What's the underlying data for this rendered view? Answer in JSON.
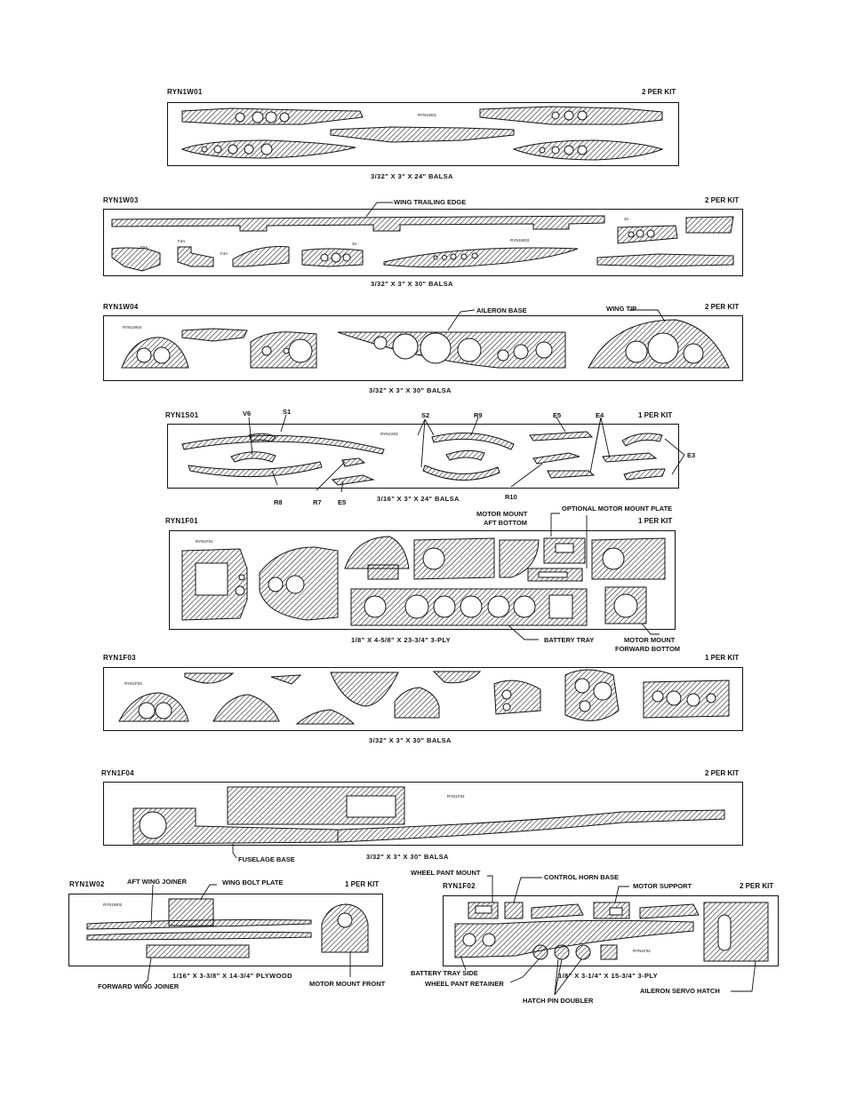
{
  "sheets": [
    {
      "id": "RYN1W01",
      "title": "RYN1W01",
      "count": "2 PER KIT",
      "stock": "3/32\" X 3\" X 24\" BALSA",
      "part_id": "RYN1W01",
      "callouts": []
    },
    {
      "id": "RYN1W03",
      "title": "RYN1W03",
      "count": "2 PER KIT",
      "stock": "3/32\" X 3\" X 30\" BALSA",
      "part_id": "RYN1W03",
      "callouts": [
        "WING TRAILING EDGE"
      ],
      "small_labels": [
        "F5A",
        "F3A",
        "F4A",
        "3A",
        "3A"
      ]
    },
    {
      "id": "RYN1W04",
      "title": "RYN1W04",
      "count": "2 PER KIT",
      "stock": "3/32\" X 3\" X 30\" BALSA",
      "part_id": "RYN1W04",
      "callouts": [
        "AILERON BASE",
        "WING TIP"
      ]
    },
    {
      "id": "RYN1S01",
      "title": "RYN1S01",
      "count": "1 PER KIT",
      "stock": "3/16\" X 3\" X 24\" BALSA",
      "part_id": "RYN1S01",
      "callouts": [
        "V6",
        "S1",
        "S2",
        "R9",
        "E5",
        "E4",
        "E3",
        "R8",
        "R7",
        "E5",
        "R10"
      ]
    },
    {
      "id": "RYN1F01",
      "title": "RYN1F01",
      "count": "1 PER KIT",
      "stock": "1/8\" X 4-5/8\" X 23-3/4\" 3-PLY",
      "part_id": "RYN1F01",
      "callouts": [
        "MOTOR MOUNT",
        "AFT BOTTOM",
        "OPTIONAL MOTOR MOUNT PLATE",
        "BATTERY TRAY",
        "MOTOR MOUNT",
        "FORWARD BOTTOM"
      ]
    },
    {
      "id": "RYN1F03",
      "title": "RYN1F03",
      "count": "1 PER KIT",
      "stock": "3/32\" X 3\" X 30\" BALSA",
      "part_id": "RYN1F03",
      "callouts": []
    },
    {
      "id": "RYN1F04",
      "title": "RYN1F04",
      "count": "2 PER KIT",
      "stock": "3/32\" X 3\" X 30\" BALSA",
      "part_id": "RYN1F04",
      "callouts": [
        "FUSELAGE BASE"
      ]
    },
    {
      "id": "RYN1W02",
      "title": "RYN1W02",
      "count": "1 PER KIT",
      "stock": "1/16\" X 3-3/8\" X 14-3/4\" PLYWOOD",
      "part_id": "RYN1W02",
      "callouts": [
        "AFT WING JOINER",
        "WING BOLT PLATE",
        "FORWARD WING JOINER",
        "MOTOR MOUNT FRONT"
      ]
    },
    {
      "id": "RYN1F02",
      "title": "RYN1F02",
      "count": "2 PER KIT",
      "stock": "1/8\" X 3-1/4\" X 15-3/4\" 3-PLY",
      "part_id": "RYN1F02",
      "callouts": [
        "WHEEL PANT MOUNT",
        "CONTROL HORN BASE",
        "MOTOR SUPPORT",
        "BATTERY TRAY SIDE",
        "WHEEL PANT RETAINER",
        "HATCH PIN DOUBLER",
        "AILERON SERVO HATCH"
      ]
    }
  ],
  "colors": {
    "ink": "#111111",
    "paper": "#ffffff"
  }
}
